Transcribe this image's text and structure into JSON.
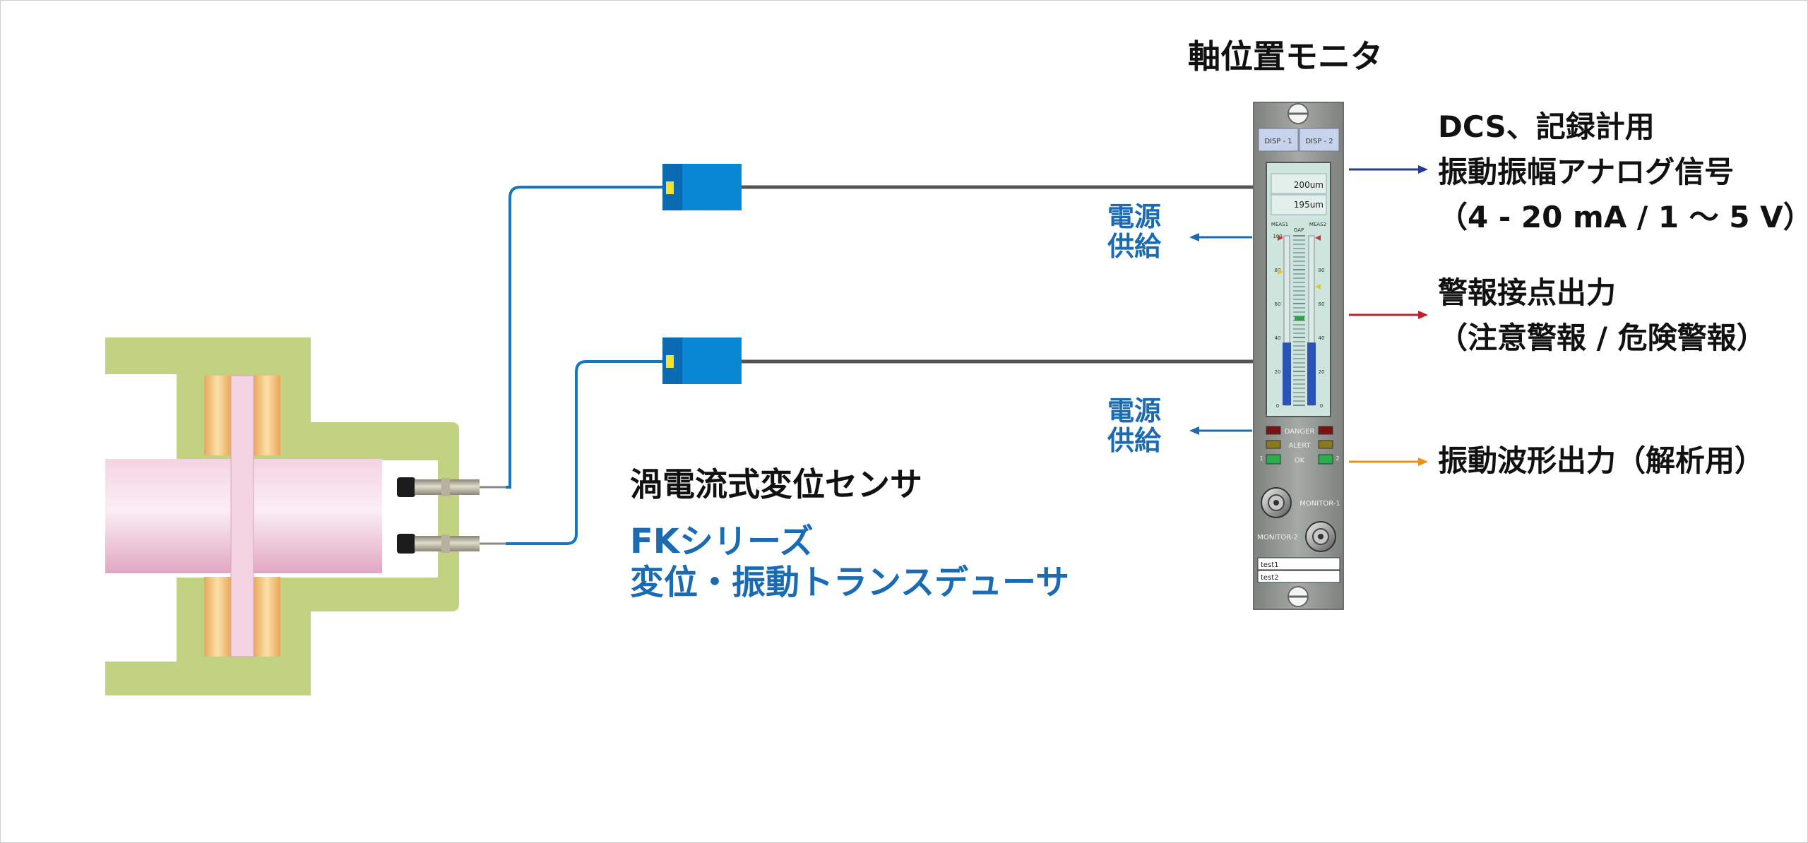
{
  "monitor": {
    "title": "軸位置モニタ",
    "tabs": [
      "DISP - 1",
      "DISP - 2"
    ],
    "display": {
      "values": [
        "200um",
        "195um"
      ],
      "channel_labels": [
        "MEAS1",
        "MEAS2",
        "GAP"
      ],
      "left_scale": [
        "100",
        "80",
        "60",
        "40",
        "20",
        "0"
      ],
      "right_scale": [
        "80",
        "60",
        "40",
        "20",
        "0"
      ],
      "left_bar_level_percent": 37,
      "right_bar_level_percent": 37
    },
    "indicators": {
      "danger": "DANGER",
      "alert": "ALERT",
      "ok": "OK",
      "channel_numbers": [
        "1",
        "2"
      ]
    },
    "connectors": [
      "MONITOR-1",
      "MONITOR-2"
    ],
    "tags": [
      "test1",
      "test2"
    ]
  },
  "outputs": {
    "analog": {
      "line1": "DCS、記録計用",
      "line2": "振動振幅アナログ信号",
      "line3": "（4 - 20 mA / 1 ～ 5 V）"
    },
    "alarm": {
      "line1": "警報接点出力",
      "line2": "（注意警報 / 危険警報）"
    },
    "waveform": {
      "line1": "振動波形出力（解析用）"
    }
  },
  "power": {
    "label1": {
      "line1": "電源",
      "line2": "供給"
    },
    "label2": {
      "line1": "電源",
      "line2": "供給"
    }
  },
  "sensor": {
    "title": "渦電流式変位センサ",
    "series": "FKシリーズ",
    "product": "変位・振動トランスデューサ"
  },
  "colors": {
    "housing": "#c2d283",
    "shaft": "#e8b4cc",
    "bearing": "#f0c07a",
    "transducer": "#0a87d4",
    "cable": "#1676c4",
    "signal_line": "#555555",
    "arrow_analog": "#2a3b8c",
    "arrow_alarm": "#c0202a",
    "arrow_waveform": "#e8921c",
    "arrow_power": "#1b6bb3",
    "monitor_panel": "#9a9e9a",
    "display_screen": "#cde5dd"
  },
  "icons": [
    "arrow-right-icon",
    "arrow-left-icon",
    "screw-icon",
    "bnc-connector-icon"
  ]
}
